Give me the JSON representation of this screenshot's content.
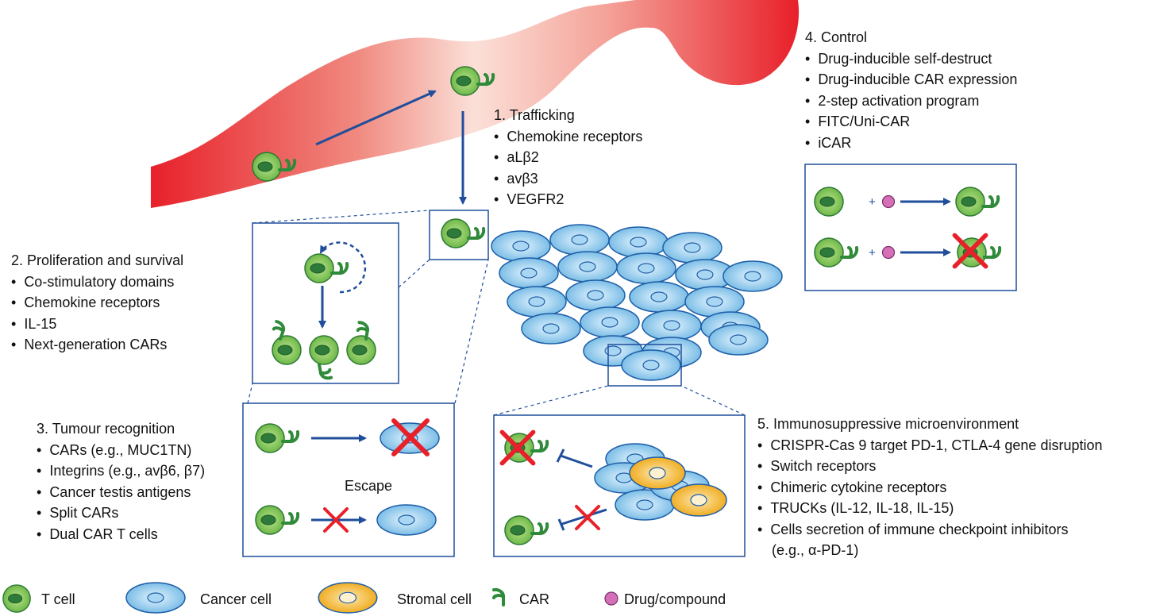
{
  "trafficking": {
    "title": "1. Trafficking",
    "items": [
      "Chemokine receptors",
      "aLβ2",
      "avβ3",
      "VEGFR2"
    ]
  },
  "proliferation": {
    "title": "2. Proliferation and survival",
    "items": [
      "Co-stimulatory domains",
      "Chemokine receptors",
      "IL-15",
      "Next-generation CARs"
    ]
  },
  "recognition": {
    "title": "3. Tumour recognition",
    "items": [
      "CARs (e.g., MUC1TN)",
      "Integrins (e.g., avβ6, β7)",
      "Cancer testis antigens",
      "Split CARs",
      "Dual CAR T cells"
    ],
    "escape_label": "Escape"
  },
  "control": {
    "title": "4. Control",
    "items": [
      "Drug-inducible self-destruct",
      "Drug-inducible CAR expression",
      "2-step activation program",
      "FITC/Uni-CAR",
      "iCAR"
    ],
    "plus": "+"
  },
  "immunosuppressive": {
    "title": "5. Immunosuppressive microenvironment",
    "items": [
      "CRISPR-Cas 9 target PD-1, CTLA-4 gene disruption",
      "Switch receptors",
      "Chimeric cytokine receptors",
      "TRUCKs (IL-12, IL-18, IL-15)",
      "Cells secretion of immune checkpoint inhibitors"
    ],
    "continuation": "(e.g., α-PD-1)"
  },
  "legend": {
    "t_cell": "T cell",
    "cancer_cell": "Cancer cell",
    "stromal_cell": "Stromal cell",
    "car": "CAR",
    "drug": "Drug/compound"
  },
  "colors": {
    "vessel_red": "#e8202a",
    "tcell_fill": "#8fcd5e",
    "tcell_nucleus": "#2f7a3a",
    "car_green": "#2f8a3a",
    "cancer_fill": "#86c3ea",
    "stromal_fill": "#f2b734",
    "drug_pink": "#d46fb8",
    "arrow_blue": "#1f4e9b",
    "cross_red": "#e8202a"
  }
}
